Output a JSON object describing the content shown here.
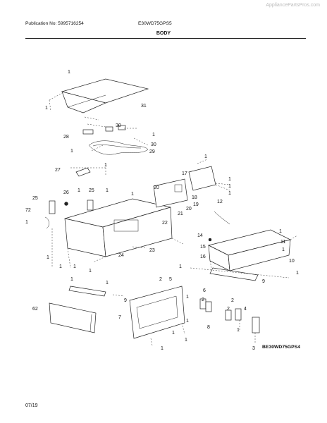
{
  "site": "AppliancePartsPros.com",
  "header": {
    "publication": "Publication No: 5995716254",
    "model": "E30WD75GPS5",
    "section": "BODY"
  },
  "footer": {
    "date": "07/19"
  },
  "diagram_code": "BE30WD75GPS4",
  "callouts": [
    "1",
    "31",
    "28",
    "30",
    "29",
    "27",
    "17",
    "18",
    "19",
    "20",
    "21",
    "22",
    "25",
    "26",
    "72",
    "12",
    "14",
    "15",
    "16",
    "11",
    "10",
    "9",
    "23",
    "24",
    "5",
    "7",
    "6",
    "8",
    "4",
    "3",
    "2",
    "62"
  ]
}
